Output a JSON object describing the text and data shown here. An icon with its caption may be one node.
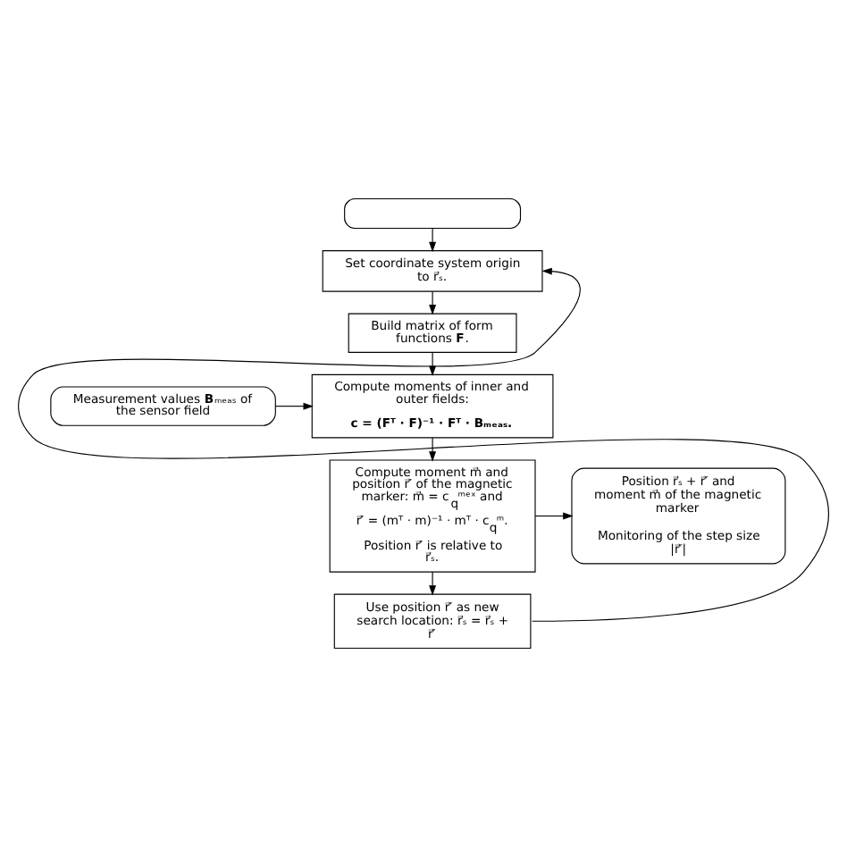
{
  "diagram": {
    "nodes": [
      {
        "text": [],
        "shape": "box"
      },
      {
        "text": [
          "Set coordinate system origin to r⃗ₛ."
        ]
      },
      {
        "text": [
          "Build matrix of form functions **F**."
        ]
      },
      {
        "text": [
          "Measurement values **B**ₘₑₐₛ of the sensor field"
        ]
      },
      {
        "text": [
          "Compute moments of inner and outer fields:",
          "**c = (Fᵀ · F)⁻¹ · Fᵀ · Bₘₑₐₛ.**"
        ]
      },
      {
        "text": [
          "Position r⃗ₛ + r⃗′ and moment m⃗ of the magnetic marker",
          "Monitoring of the step size |r⃗′|"
        ]
      },
      {
        "text": [
          "Compute moment m⃗ and position r⃗′ of the magnetic marker: m⃗ = c$_{q}$ᵐᵉˣ and",
          "r⃗′ = (mᵀ · m)⁻¹ · mᵀ · c$_{q}$ᵐ.",
          "Position r⃗′ is relative to r⃗ₛ."
        ]
      },
      {
        "text": [
          "Use position r⃗′ as new search location: r⃗ₛ = r⃗ₛ + r⃗′"
        ]
      }
    ],
    "edges": [
      {
        "from": 0,
        "to": 1,
        "arrow": "to"
      },
      {
        "from": 1,
        "to": 2,
        "arrow": "to"
      },
      {
        "from": 2,
        "to": 4,
        "arrow": "to"
      },
      {
        "from": 3,
        "to": 4,
        "arrow": "to"
      },
      {
        "from": 4,
        "to": 6,
        "arrow": "to"
      },
      {
        "from": 6,
        "to": 5,
        "arrow": "to"
      },
      {
        "from": 6,
        "to": 7,
        "arrow": "to"
      },
      {
        "from": 7,
        "to": 1,
        "arrow": "to"
      }
    ]
  }
}
